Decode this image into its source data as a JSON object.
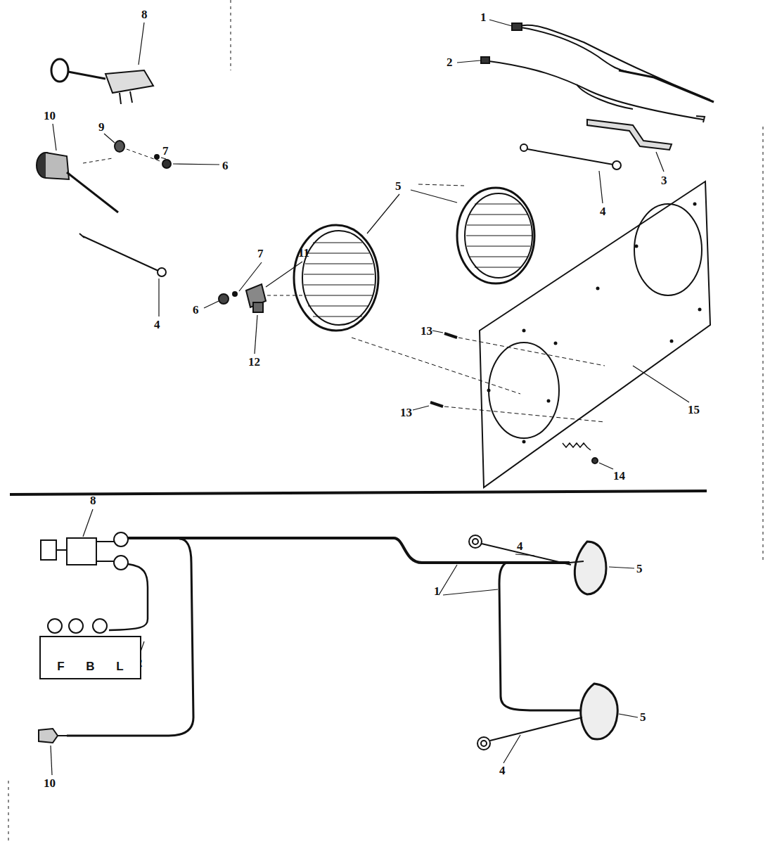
{
  "diagram": {
    "nodes": [
      {
        "text": [
          "F",
          "B",
          "L"
        ]
      }
    ],
    "labels": [
      "8",
      "10",
      "9",
      "7",
      "6",
      "1",
      "2",
      "3",
      "4",
      "5",
      "4",
      "7",
      "11",
      "6",
      "12",
      "13",
      "13",
      "15",
      "14",
      "8",
      "4",
      "5",
      "1",
      "2",
      "5",
      "4",
      "10"
    ]
  }
}
